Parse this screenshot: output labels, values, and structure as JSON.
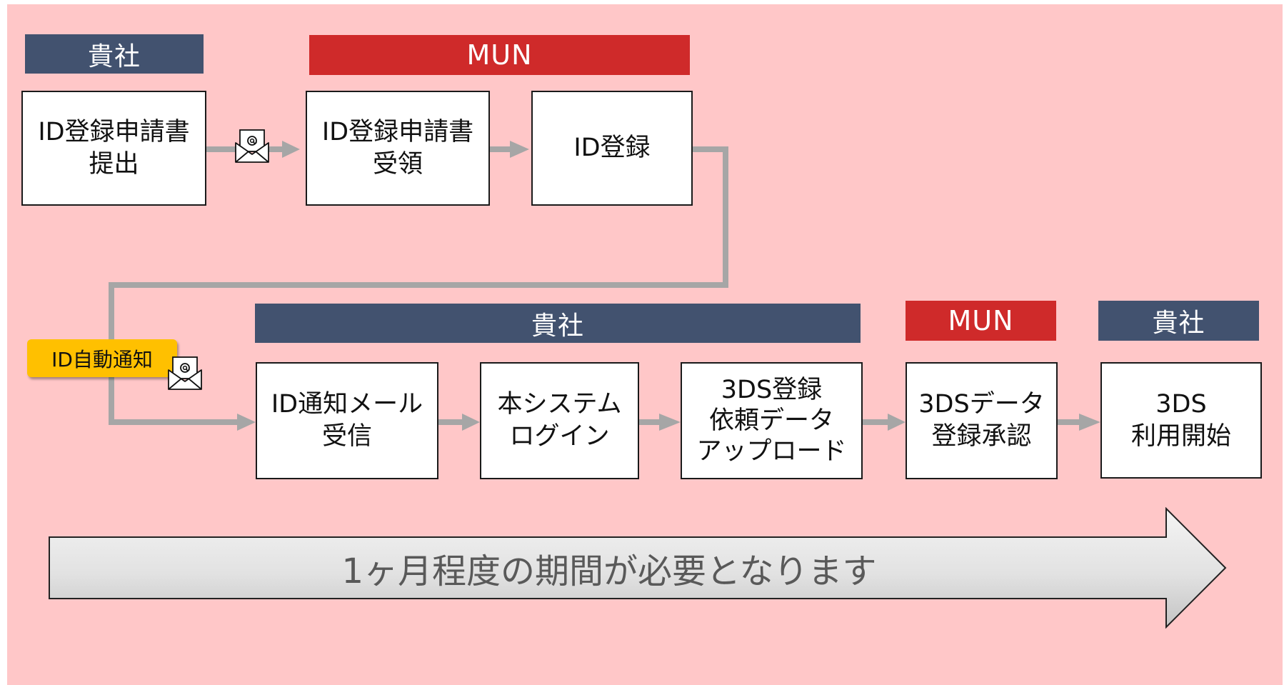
{
  "labels": {
    "top_client": "貴社",
    "top_mun": "MUN",
    "bottom_client": "貴社",
    "bottom_mun": "MUN",
    "bottom_client_end": "貴社"
  },
  "steps": {
    "submit": {
      "line1": "ID登録申請書",
      "line2": "提出"
    },
    "receive": {
      "line1": "ID登録申請書",
      "line2": "受領"
    },
    "register": {
      "line1": "ID登録"
    },
    "mail": {
      "line1": "ID通知メール",
      "line2": "受信"
    },
    "login": {
      "line1": "本システム",
      "line2": "ログイン"
    },
    "upload": {
      "line1": "3DS登録",
      "line2": "依頼データ",
      "line3": "アップロード"
    },
    "approve": {
      "line1": "3DSデータ",
      "line2": "登録承認"
    },
    "start": {
      "line1": "3DS",
      "line2": "利用開始"
    }
  },
  "badge": {
    "text": "ID自動通知"
  },
  "duration": {
    "text": "1ヶ月程度の期間が必要となります"
  },
  "icons": {
    "mail_top": "email-envelope-icon",
    "mail_bottom": "email-envelope-icon"
  },
  "colors": {
    "panel_bg": "#ffc7c8",
    "client_label": "#42526f",
    "mun_label": "#cf2a2a",
    "badge": "#ffc000",
    "connector": "#a6a6a6"
  }
}
